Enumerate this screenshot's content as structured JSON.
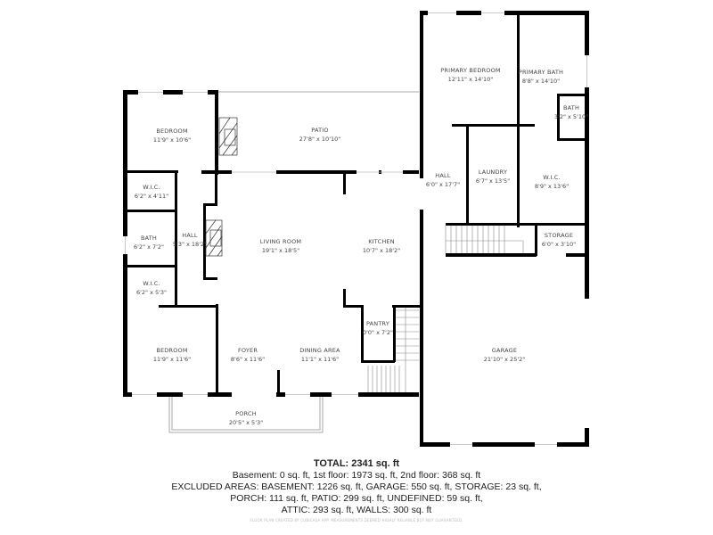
{
  "rooms": [
    {
      "name": "BEDROOM",
      "dims": "11'9\" x 10'6\""
    },
    {
      "name": "PATIO",
      "dims": "27'8\" x 10'10\""
    },
    {
      "name": "W.I.C.",
      "dims": "6'2\" x 4'11\""
    },
    {
      "name": "BATH",
      "dims": "6'2\" x 7'2\""
    },
    {
      "name": "HALL",
      "dims": "5'3\" x 18'2\""
    },
    {
      "name": "W.I.C.",
      "dims": "6'2\" x 5'3\""
    },
    {
      "name": "LIVING ROOM",
      "dims": "19'1\" x 18'5\""
    },
    {
      "name": "KITCHEN",
      "dims": "10'7\" x 18'2\""
    },
    {
      "name": "BEDROOM",
      "dims": "11'9\" x 11'6\""
    },
    {
      "name": "FOYER",
      "dims": "8'6\" x 11'6\""
    },
    {
      "name": "DINING AREA",
      "dims": "11'1\" x 11'6\""
    },
    {
      "name": "PANTRY",
      "dims": "0'0\" x 7'2\""
    },
    {
      "name": "PORCH",
      "dims": "20'5\" x 5'3\""
    },
    {
      "name": "PRIMARY BEDROOM",
      "dims": "12'11\" x 14'10\""
    },
    {
      "name": "PRIMARY BATH",
      "dims": "8'8\" x 14'10\""
    },
    {
      "name": "BATH",
      "dims": "3'2\" x 5'10\""
    },
    {
      "name": "HALL",
      "dims": "6'0\" x 17'7\""
    },
    {
      "name": "LAUNDRY",
      "dims": "6'7\" x 13'5\""
    },
    {
      "name": "W.I.C.",
      "dims": "8'9\" x 13'6\""
    },
    {
      "name": "STORAGE",
      "dims": "6'0\" x 3'10\""
    },
    {
      "name": "GARAGE",
      "dims": "21'10\" x 25'2\""
    }
  ],
  "summary": {
    "total": "TOTAL: 2341 sq. ft",
    "line1": "Basement: 0 sq. ft, 1st floor: 1973 sq. ft, 2nd floor: 368 sq. ft",
    "line2": "EXCLUDED AREAS: BASEMENT: 1226 sq. ft, GARAGE: 550 sq. ft, STORAGE: 23 sq. ft,",
    "line3": "PORCH: 111 sq. ft, PATIO: 299 sq. ft, UNDEFINED: 59 sq. ft,",
    "line4": "ATTIC: 293 sq. ft, WALLS: 300 sq. ft"
  },
  "credit": "FLOOR PLAN CREATED BY CUBICASA APP. MEASUREMENTS DEEMED HIGHLY RELIABLE BUT NOT GUARANTEED."
}
